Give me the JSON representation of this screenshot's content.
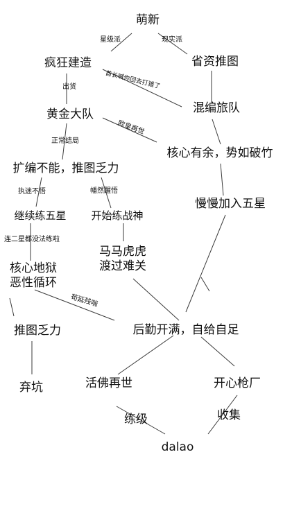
{
  "nodes": {
    "mengxin": "萌新",
    "fengkuang": "疯狂建造",
    "shengzi": "省资推图",
    "huangjin": "黄金大队",
    "hunbian": "混编旅队",
    "hexin_youyu": "核心有余，势如破竹",
    "kuobian": "扩编不能，推图乏力",
    "manman": "慢慢加入五星",
    "jixu": "继续练五星",
    "kaishi": "开始练战神",
    "mama": "马马虎虎\n渡过难关",
    "hexin_diyu": "核心地狱\n恶性循环",
    "houqin": "后勤开满，自给自足",
    "tuitu": "推图乏力",
    "qikeng": "弃坑",
    "huofo": "活佛再世",
    "kaixin": "开心枪厂",
    "lianji": "练级",
    "shouji": "收集",
    "dalao": "dalao"
  },
  "edges": {
    "xingji": "星级派",
    "xianshi": "现实派",
    "chuhuo": "出货",
    "xizhang": "酋长喊你回去打猎了",
    "ouhuang": "欧皇再世",
    "zhengchang": "正常结局",
    "zhimi": "执迷不悟",
    "fuyan": "幡然醒悟",
    "lianer": "连二星都没法练啦",
    "gouyan": "苟延残喘"
  }
}
